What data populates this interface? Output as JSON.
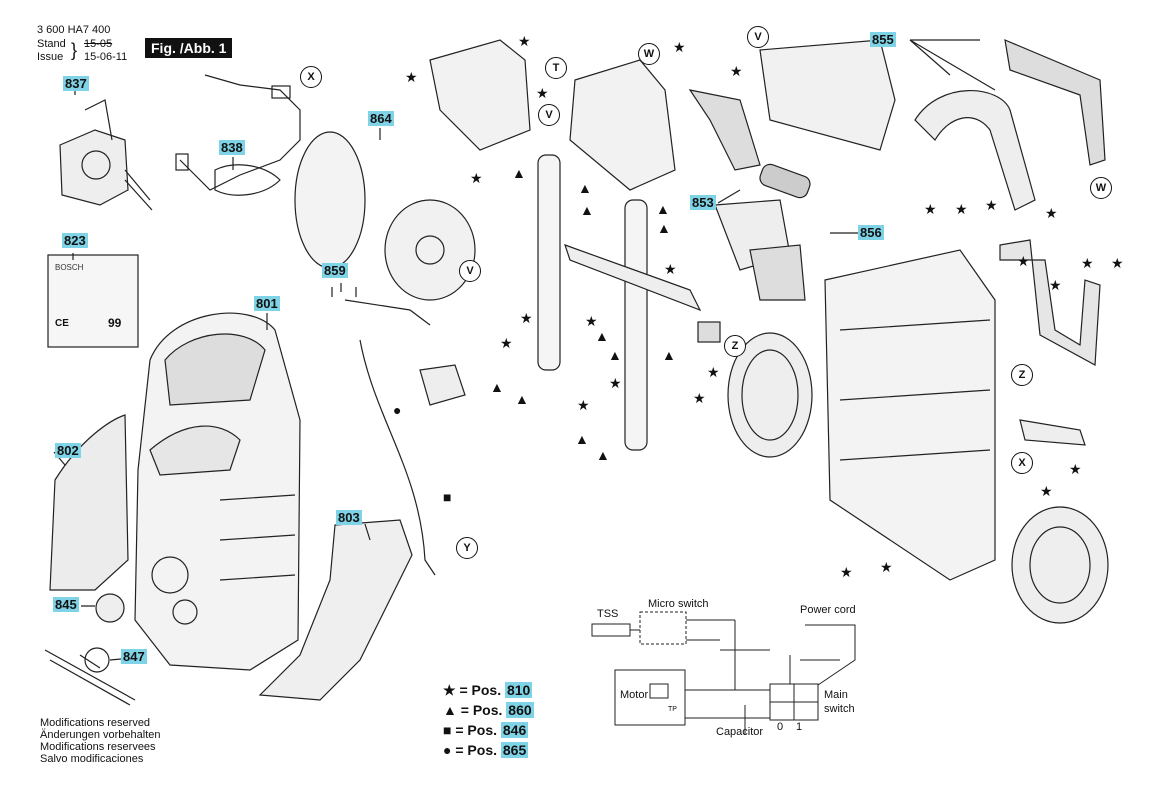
{
  "header": {
    "doc_number": "3 600 HA7 400",
    "stand_label": "Stand",
    "issue_label": "Issue",
    "stand_value": "15-05",
    "issue_value": "15-06-11",
    "figure_label": "Fig. /Abb. 1"
  },
  "part_numbers": [
    "837",
    "838",
    "823",
    "864",
    "859",
    "801",
    "802",
    "803",
    "845",
    "847",
    "853",
    "855",
    "856"
  ],
  "callout_letters": [
    "X",
    "V",
    "T",
    "W",
    "Z",
    "Y"
  ],
  "manual_label": {
    "brand": "BOSCH",
    "ce_mark": "CE",
    "number": "99"
  },
  "footer": {
    "modifications": [
      "Modifications reserved",
      "Änderungen vorbehalten",
      "Modifications reservees",
      "Salvo modificaciones"
    ]
  },
  "legend": [
    {
      "symbol": "★",
      "label": "= Pos.",
      "pos": "810"
    },
    {
      "symbol": "▲",
      "label": "= Pos.",
      "pos": "860"
    },
    {
      "symbol": "■",
      "label": "= Pos.",
      "pos": "846"
    },
    {
      "symbol": "●",
      "label": "= Pos.",
      "pos": "865"
    }
  ],
  "wiring": {
    "tss": "TSS",
    "micro_switch": "Micro switch",
    "power_cord": "Power cord",
    "motor": "Motor",
    "main_switch_1": "Main",
    "main_switch_2": "switch",
    "capacitor": "Capacitor",
    "pos_0": "0",
    "pos_1": "1",
    "tp": "TP"
  }
}
